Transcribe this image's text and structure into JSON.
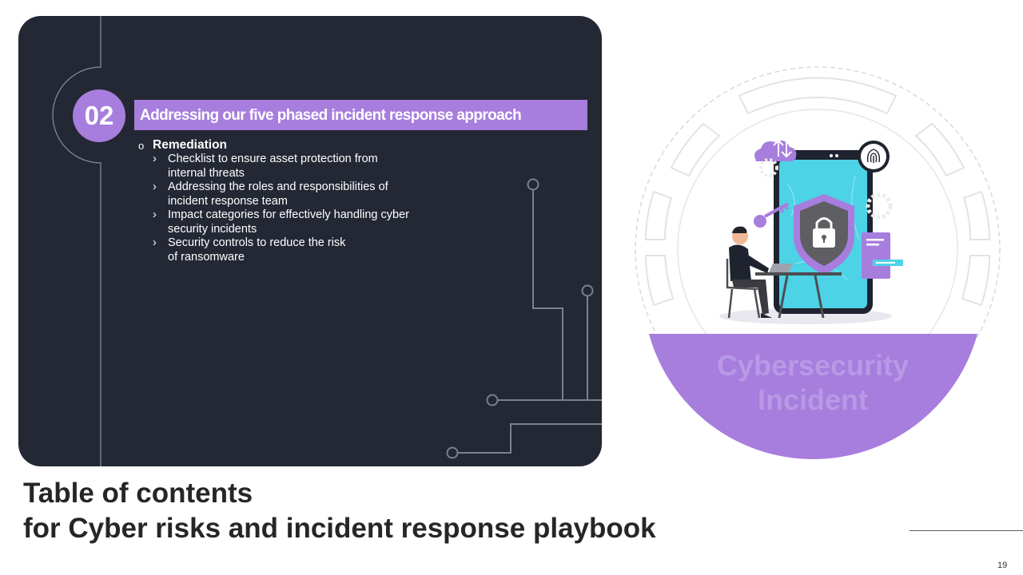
{
  "section": {
    "number": "02",
    "title": "Addressing our five phased incident response approach"
  },
  "topic": {
    "heading": "Remediation",
    "bullet_symbol": "o",
    "chevron": "›",
    "items": [
      "Checklist to ensure asset protection from internal threats",
      "Addressing the roles and responsibilities of incident response team",
      "Impact categories for effectively handling cyber security incidents",
      "Security controls to reduce the risk of ransomware"
    ]
  },
  "title": {
    "line1": "Table of contents",
    "line2": "for Cyber risks and incident response playbook"
  },
  "illustration": {
    "caption": "Cybersecurity Incident"
  },
  "page_number": "19",
  "colors": {
    "panel": "#232834",
    "accent": "#a77ddd",
    "title_text": "#262626"
  }
}
